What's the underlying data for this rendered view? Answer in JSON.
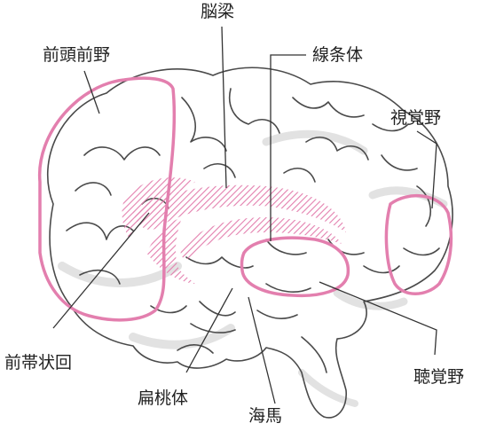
{
  "labels": {
    "prefrontal": "前頭前野",
    "corpus_callosum": "脳梁",
    "striatum": "線条体",
    "visual": "視覚野",
    "cingulate": "前帯状回",
    "amygdala": "扁桃体",
    "hippocampus": "海馬",
    "auditory": "聴覚野"
  },
  "colors": {
    "highlight": "#e37fae",
    "brain_outline": "#4a4a4a",
    "brain_shadow": "#dcdcdc",
    "leader_line": "#333333",
    "text": "#222222"
  }
}
